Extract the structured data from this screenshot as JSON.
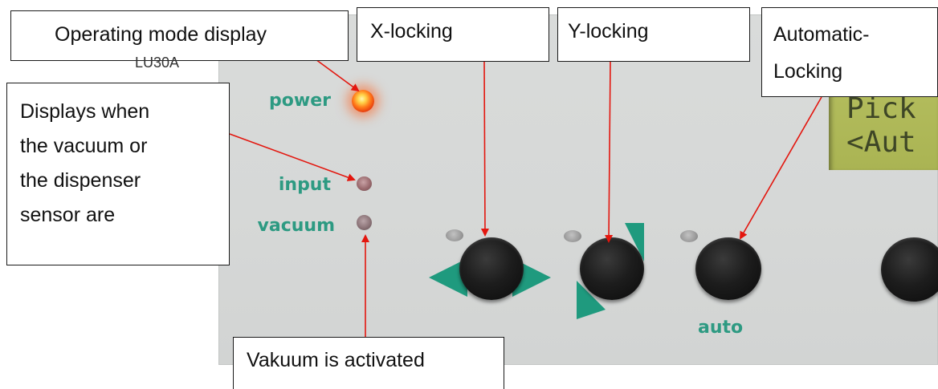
{
  "panel": {
    "labels": {
      "power": "power",
      "input": "input",
      "vacuum": "vacuum",
      "auto": "auto"
    },
    "lcd": {
      "line1": "Pick",
      "line2": "<Aut"
    },
    "colors": {
      "label_teal": "#2d9a82",
      "panel_gray": "#d8dad9",
      "lcd_green": "#b2bb5c",
      "power_led": "#ff5a14",
      "pointer_red": "#e3160e",
      "button_black": "#141414"
    }
  },
  "callouts": {
    "operating_mode": {
      "title": "Operating mode display",
      "peek": "LU30A"
    },
    "x_locking": {
      "title": "X-locking"
    },
    "y_locking": {
      "title": "Y-locking"
    },
    "automatic_locking": {
      "line1": "Automatic-",
      "line2": "Locking"
    },
    "displays_when": {
      "line1": "Displays when",
      "line2": "the vacuum or",
      "line3": "the dispenser",
      "line4": "sensor are"
    },
    "vakuum": {
      "title": "Vakuum is activated"
    }
  },
  "icons": {
    "x_arrows": "left-right-arrow-icon",
    "y_arrows": "up-down-arrow-icon"
  }
}
